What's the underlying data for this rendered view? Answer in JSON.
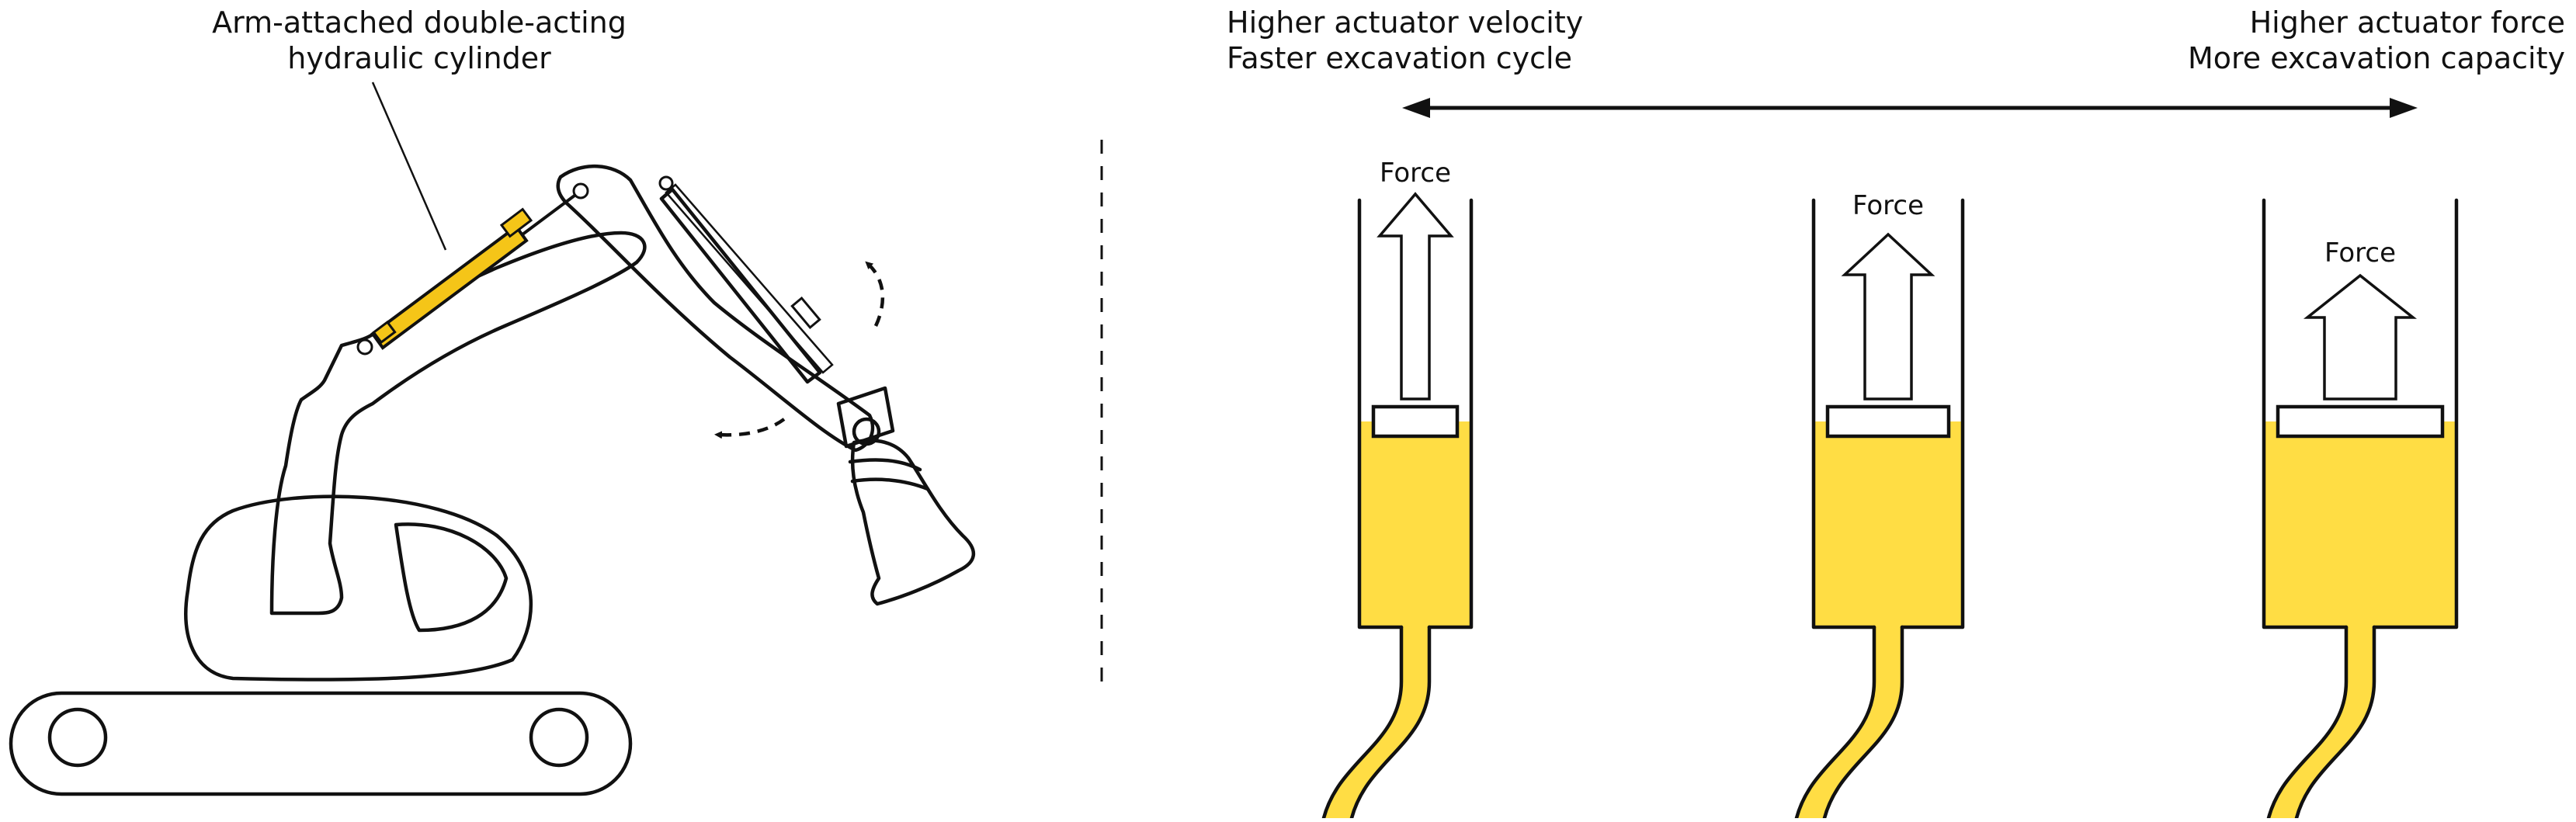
{
  "excavator": {
    "label_line1": "Arm-attached double-acting",
    "label_line2": "hydraulic cylinder",
    "cylinder_color": "#F5C518"
  },
  "tradeoff": {
    "left_line1": "Higher actuator velocity",
    "left_line2": "Faster excavation cycle",
    "right_line1": "Higher actuator force",
    "right_line2": "More excavation capacity"
  },
  "cylinders": [
    {
      "force_label": "Force",
      "fill_level": 0.45
    },
    {
      "force_label": "Force",
      "fill_level": 0.45
    },
    {
      "force_label": "Force",
      "fill_level": 0.45
    }
  ],
  "fluid_color": "#FFDD44"
}
